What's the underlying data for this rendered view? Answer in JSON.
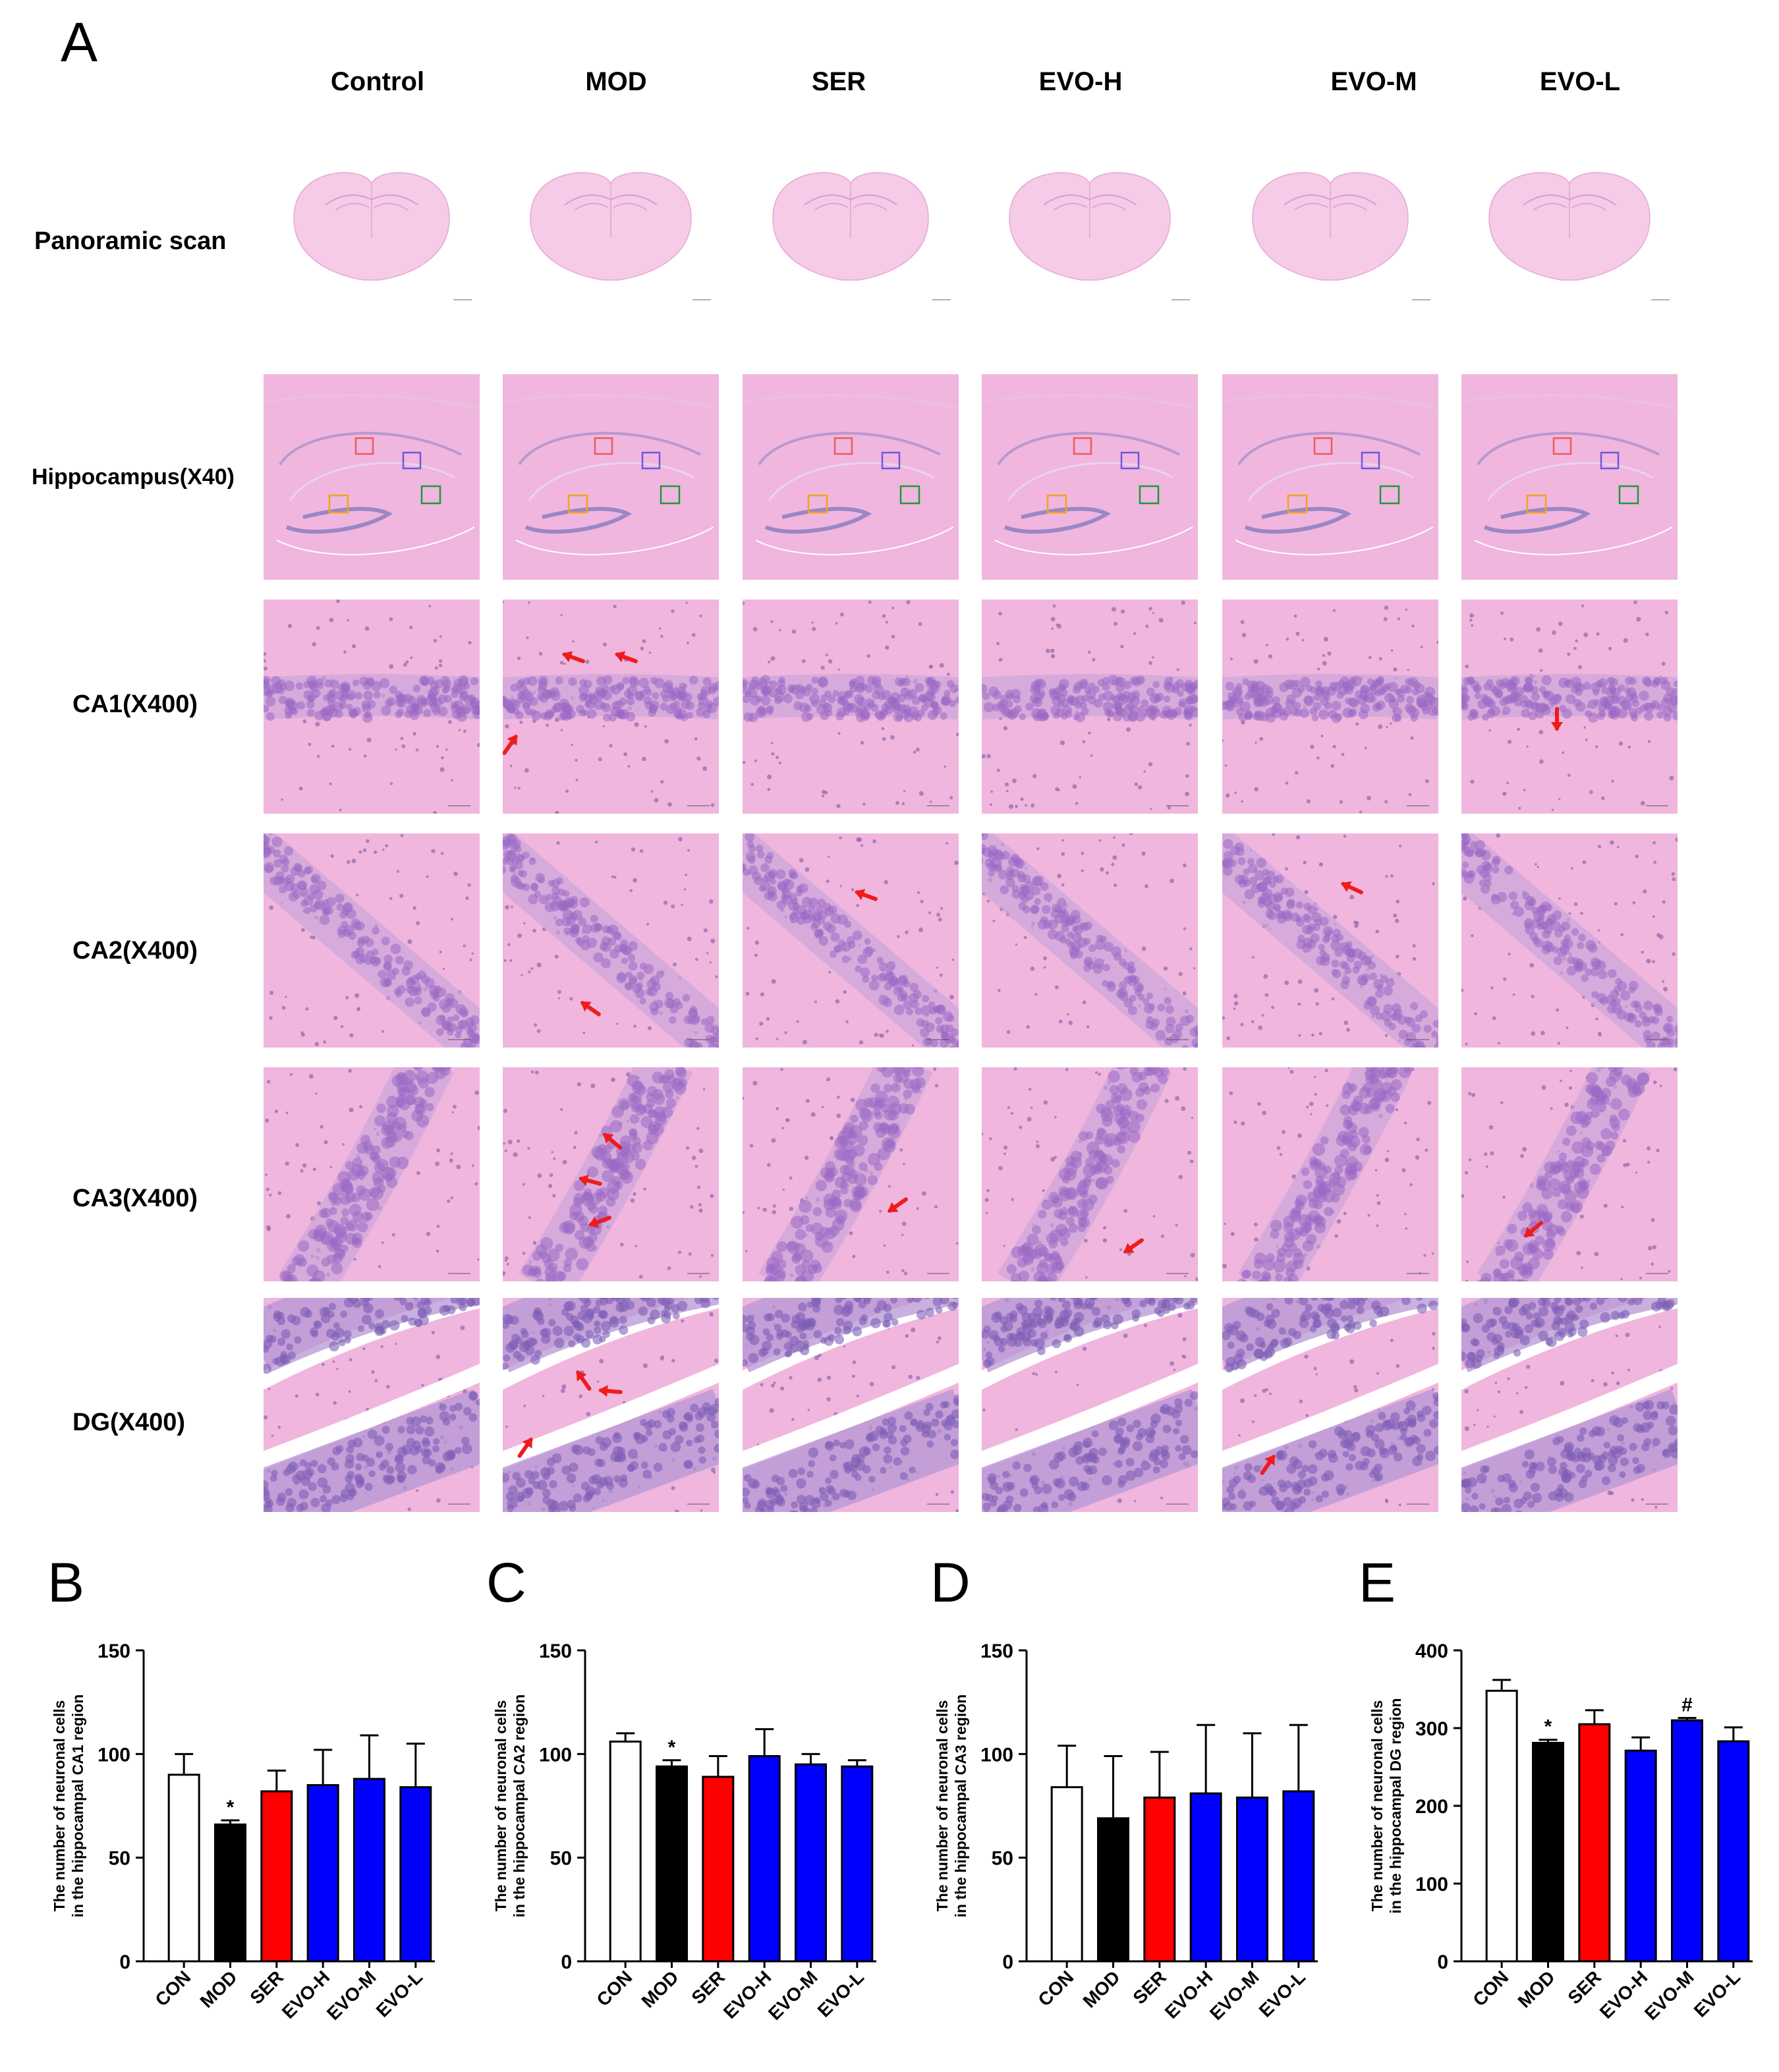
{
  "panel_a": {
    "letter": "A",
    "columns": [
      "Control",
      "MOD",
      "SER",
      "EVO-H",
      "EVO-M",
      "EVO-L"
    ],
    "rows": [
      "Panoramic scan",
      "Hippocampus(X40)",
      "CA1(X400)",
      "CA2(X400)",
      "CA3(X400)",
      "DG(X400)"
    ],
    "colors": {
      "tissue": "#f0b6de",
      "tissue_light": "#f5cbe8",
      "nuclei": "#9a6ac4",
      "arrow": "#ee1c1c",
      "box_ca1": "#ee5a5a",
      "box_ca2": "#6a5ae0",
      "box_ca3": "#1a9a3a",
      "box_dg": "#f2a41a"
    }
  },
  "chart_data": [
    {
      "panel": "B",
      "type": "bar",
      "categories": [
        "CON",
        "MOD",
        "SER",
        "EVO-H",
        "EVO-M",
        "EVO-L"
      ],
      "values": [
        90,
        66,
        82,
        85,
        88,
        84
      ],
      "errors": [
        10,
        2,
        10,
        17,
        21,
        21
      ],
      "significance": [
        "",
        "*",
        "",
        "",
        "",
        ""
      ],
      "colors": [
        "#ffffff",
        "#000000",
        "#ff0000",
        "#0000ff",
        "#0000ff",
        "#0000ff"
      ],
      "ylabel": "The number of neuronal cells in the hippocampal CA1 region",
      "ylim": [
        0,
        150
      ],
      "yticks": [
        0,
        50,
        100,
        150
      ]
    },
    {
      "panel": "C",
      "type": "bar",
      "categories": [
        "CON",
        "MOD",
        "SER",
        "EVO-H",
        "EVO-M",
        "EVO-L"
      ],
      "values": [
        106,
        94,
        89,
        99,
        95,
        94
      ],
      "errors": [
        4,
        3,
        10,
        13,
        5,
        3
      ],
      "significance": [
        "",
        "*",
        "",
        "",
        "",
        ""
      ],
      "colors": [
        "#ffffff",
        "#000000",
        "#ff0000",
        "#0000ff",
        "#0000ff",
        "#0000ff"
      ],
      "ylabel": "The number of neuronal cells in the hippocampal CA2 region",
      "ylim": [
        0,
        150
      ],
      "yticks": [
        0,
        50,
        100,
        150
      ]
    },
    {
      "panel": "D",
      "type": "bar",
      "categories": [
        "CON",
        "MOD",
        "SER",
        "EVO-H",
        "EVO-M",
        "EVO-L"
      ],
      "values": [
        84,
        69,
        79,
        81,
        79,
        82
      ],
      "errors": [
        20,
        30,
        22,
        33,
        31,
        32
      ],
      "significance": [
        "",
        "",
        "",
        "",
        "",
        ""
      ],
      "colors": [
        "#ffffff",
        "#000000",
        "#ff0000",
        "#0000ff",
        "#0000ff",
        "#0000ff"
      ],
      "ylabel": "The number of neuronal cells in the hippocampal CA3 region",
      "ylim": [
        0,
        150
      ],
      "yticks": [
        0,
        50,
        100,
        150
      ]
    },
    {
      "panel": "E",
      "type": "bar",
      "categories": [
        "CON",
        "MOD",
        "SER",
        "EVO-H",
        "EVO-M",
        "EVO-L"
      ],
      "values": [
        348,
        281,
        305,
        271,
        310,
        283
      ],
      "errors": [
        14,
        4,
        18,
        17,
        3,
        18
      ],
      "significance": [
        "",
        "*",
        "",
        "",
        "#",
        ""
      ],
      "colors": [
        "#ffffff",
        "#000000",
        "#ff0000",
        "#0000ff",
        "#0000ff",
        "#0000ff"
      ],
      "ylabel": "The number of neuronal cells in the hippocampal DG region",
      "ylim": [
        0,
        400
      ],
      "yticks": [
        0,
        100,
        200,
        300,
        400
      ]
    }
  ]
}
